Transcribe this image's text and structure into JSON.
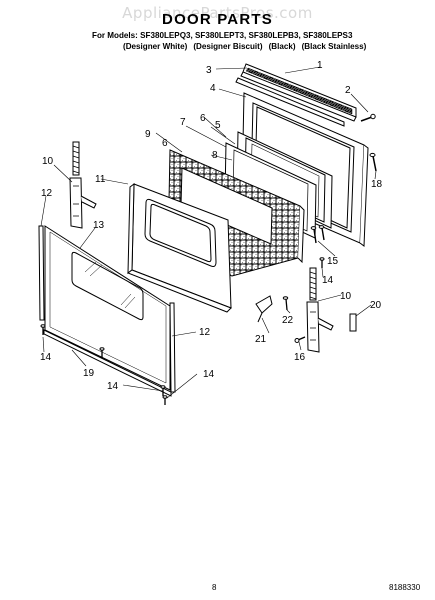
{
  "watermark": "AppliancePartsPros.com",
  "title": "DOOR PARTS",
  "models_line": "For Models: SF380LEPQ3, SF380LEPT3, SF380LEPB3, SF380LEPS3",
  "variants": [
    "(Designer White)",
    "(Designer Biscuit)",
    "(Black)",
    "(Black Stainless)"
  ],
  "callouts": [
    {
      "id": "c1",
      "text": "1"
    },
    {
      "id": "c2",
      "text": "2"
    },
    {
      "id": "c3",
      "text": "3"
    },
    {
      "id": "c4",
      "text": "4"
    },
    {
      "id": "c5",
      "text": "5"
    },
    {
      "id": "c6a",
      "text": "6"
    },
    {
      "id": "c6b",
      "text": "6"
    },
    {
      "id": "c7",
      "text": "7"
    },
    {
      "id": "c8",
      "text": "8"
    },
    {
      "id": "c9",
      "text": "9"
    },
    {
      "id": "c10a",
      "text": "10"
    },
    {
      "id": "c10b",
      "text": "10"
    },
    {
      "id": "c11",
      "text": "11"
    },
    {
      "id": "c12a",
      "text": "12"
    },
    {
      "id": "c12b",
      "text": "12"
    },
    {
      "id": "c13",
      "text": "13"
    },
    {
      "id": "c14a",
      "text": "14"
    },
    {
      "id": "c14b",
      "text": "14"
    },
    {
      "id": "c14c",
      "text": "14"
    },
    {
      "id": "c14d",
      "text": "14"
    },
    {
      "id": "c15",
      "text": "15"
    },
    {
      "id": "c16",
      "text": "16"
    },
    {
      "id": "c18",
      "text": "18"
    },
    {
      "id": "c19",
      "text": "19"
    },
    {
      "id": "c20",
      "text": "20"
    },
    {
      "id": "c21",
      "text": "21"
    },
    {
      "id": "c22",
      "text": "22"
    }
  ],
  "page_number": "8",
  "document_number": "8188330"
}
